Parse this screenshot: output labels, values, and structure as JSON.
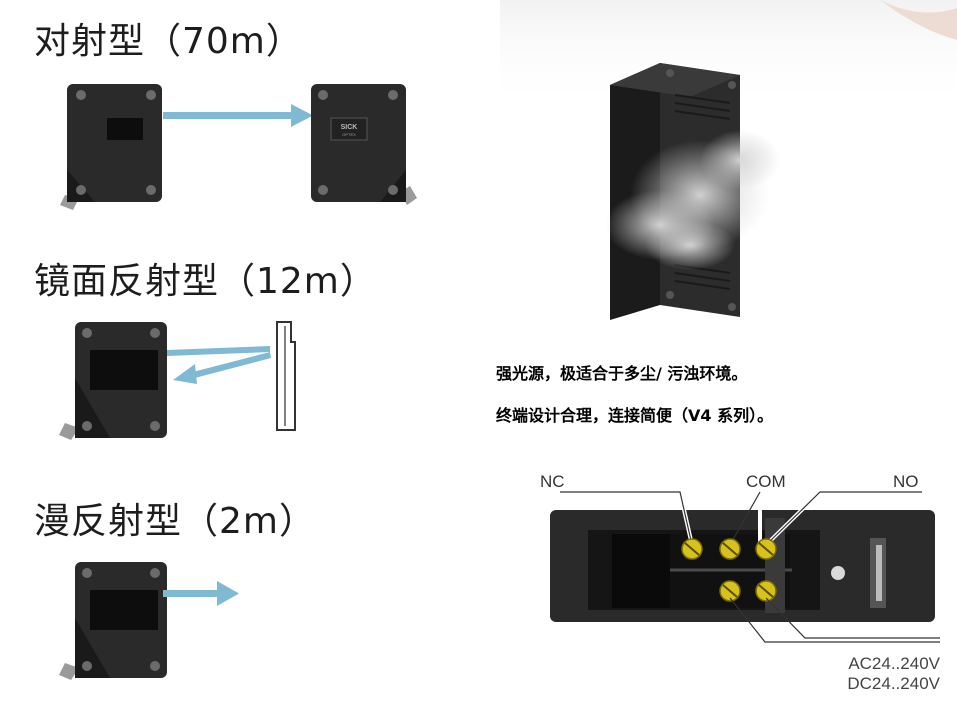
{
  "sections": [
    {
      "title": "对射型（70m）"
    },
    {
      "title": "镜面反射型（12m）"
    },
    {
      "title": "漫反射型（2m）"
    }
  ],
  "receiver_logo": {
    "brand": "SICK",
    "sub": "OPTEX"
  },
  "features": [
    "强光源，极适合于多尘/ 污浊环境。",
    "终端设计合理，连接简便（V4 系列）。"
  ],
  "terminals": {
    "nc": "NC",
    "com": "COM",
    "no": "NO",
    "power_ac": "AC24..240V",
    "power_dc": "DC24..240V"
  },
  "colors": {
    "beam": "#7fb9d4",
    "screw": "#d6c21a",
    "housing": "#2a2a2a"
  }
}
